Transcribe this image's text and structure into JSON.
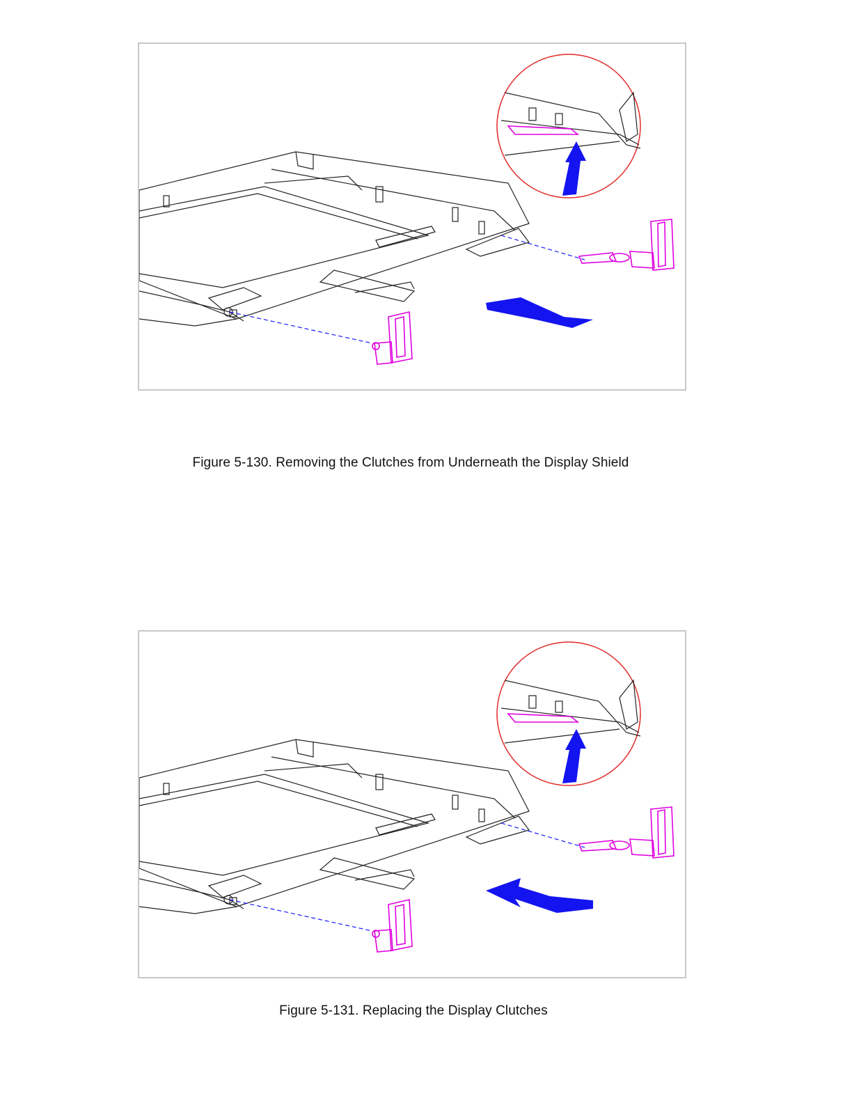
{
  "figures": [
    {
      "id": "fig-5-130",
      "caption": "Figure 5-130. Removing the Clutches from Underneath the Display Shield",
      "arrow_direction": "right",
      "colors": {
        "part": "#e000e0",
        "arrow": "#1414f0",
        "callout_circle": "#e03030",
        "guide_line": "#1a1aff"
      }
    },
    {
      "id": "fig-5-131",
      "caption": "Figure 5-131. Replacing the Display Clutches",
      "arrow_direction": "left",
      "colors": {
        "part": "#e000e0",
        "arrow": "#1414f0",
        "callout_circle": "#e03030",
        "guide_line": "#1a1aff"
      }
    }
  ]
}
